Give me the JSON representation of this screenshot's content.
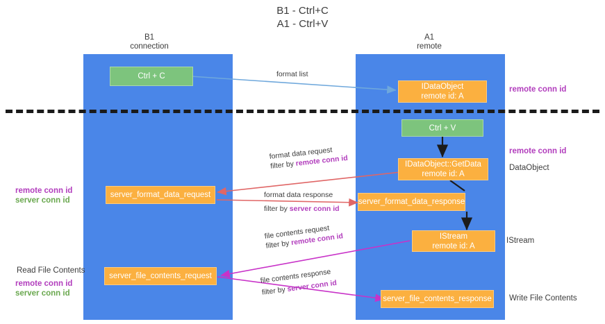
{
  "title": {
    "line1": "B1 - Ctrl+C",
    "line2": "A1 - Ctrl+V"
  },
  "columns": {
    "left": {
      "name": "B1",
      "role": "connection"
    },
    "right": {
      "name": "A1",
      "role": "remote"
    }
  },
  "legend": {
    "remote_conn_id": "remote conn id",
    "server_conn_id": "server conn id",
    "read_file_contents": "Read File Contents",
    "write_file_contents": "Write File Contents"
  },
  "nodes": {
    "ctrl_c": {
      "label": "Ctrl + C"
    },
    "ctrl_v": {
      "label": "Ctrl + V"
    },
    "idataobject": {
      "line1": "IDataObject",
      "line2": "remote id: A"
    },
    "idataobject_getdata": {
      "line1": "IDataObject::GetData",
      "line2": "remote id: A"
    },
    "istream": {
      "line1": "IStream",
      "line2": "remote id: A"
    },
    "server_format_data_request": {
      "label": "server_format_data_request"
    },
    "server_format_data_response": {
      "label": "server_format_data_response"
    },
    "server_file_contents_request": {
      "label": "server_file_contents_request"
    },
    "server_file_contents_response": {
      "label": "server_file_contents_response"
    }
  },
  "right_labels": {
    "data_object": "DataObject",
    "istream": "IStream",
    "write_file_contents": "Write File Contents"
  },
  "edges": {
    "format_list": {
      "label": "format list"
    },
    "format_data_request": {
      "line1": "format data request",
      "line2_prefix": "filter by ",
      "line2_key": "remote conn id"
    },
    "format_data_response": {
      "line1": "format data response",
      "line2_prefix": "filter by ",
      "line2_key": "server conn id"
    },
    "file_contents_request": {
      "line1": "file contents request",
      "line2_prefix": "filter by ",
      "line2_key": "remote conn id"
    },
    "file_contents_response": {
      "line1": "file contents response",
      "line2_prefix": "filter by ",
      "line2_key": "server conn id"
    }
  },
  "colors": {
    "lane": "#4a86e8",
    "green_box": "#7dc47d",
    "orange_box": "#fbb040",
    "purple": "#b23ebd",
    "green_text": "#6aa84f",
    "blue_arrow": "#6fa8dc",
    "red_arrow": "#e06666",
    "magenta_arrow": "#c832c8",
    "dark_arrow": "#1c1c1c"
  }
}
